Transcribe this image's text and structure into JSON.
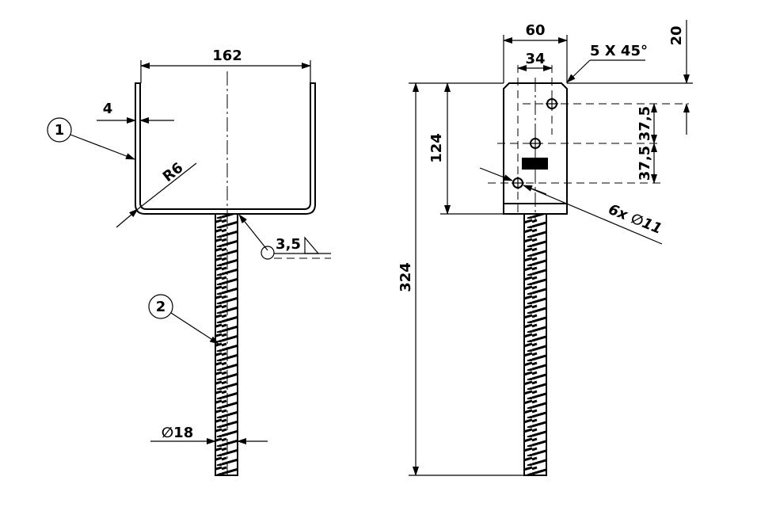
{
  "front_view": {
    "width_dim": "162",
    "thickness_dim": "4",
    "radius_dim": "R6",
    "weld_size": "3,5",
    "rod_diameter_dim": "∅18",
    "balloon_1": "1",
    "balloon_2": "2"
  },
  "side_view": {
    "plate_width_dim": "60",
    "hole_spacing_dim": "34",
    "chamfer_note": "5 X 45°",
    "top_offset_dim": "20",
    "hole_pitch_1": "37,5",
    "hole_pitch_2": "37,5",
    "plate_height_dim": "124",
    "total_height_dim": "324",
    "holes_note": "6x ∅11"
  }
}
